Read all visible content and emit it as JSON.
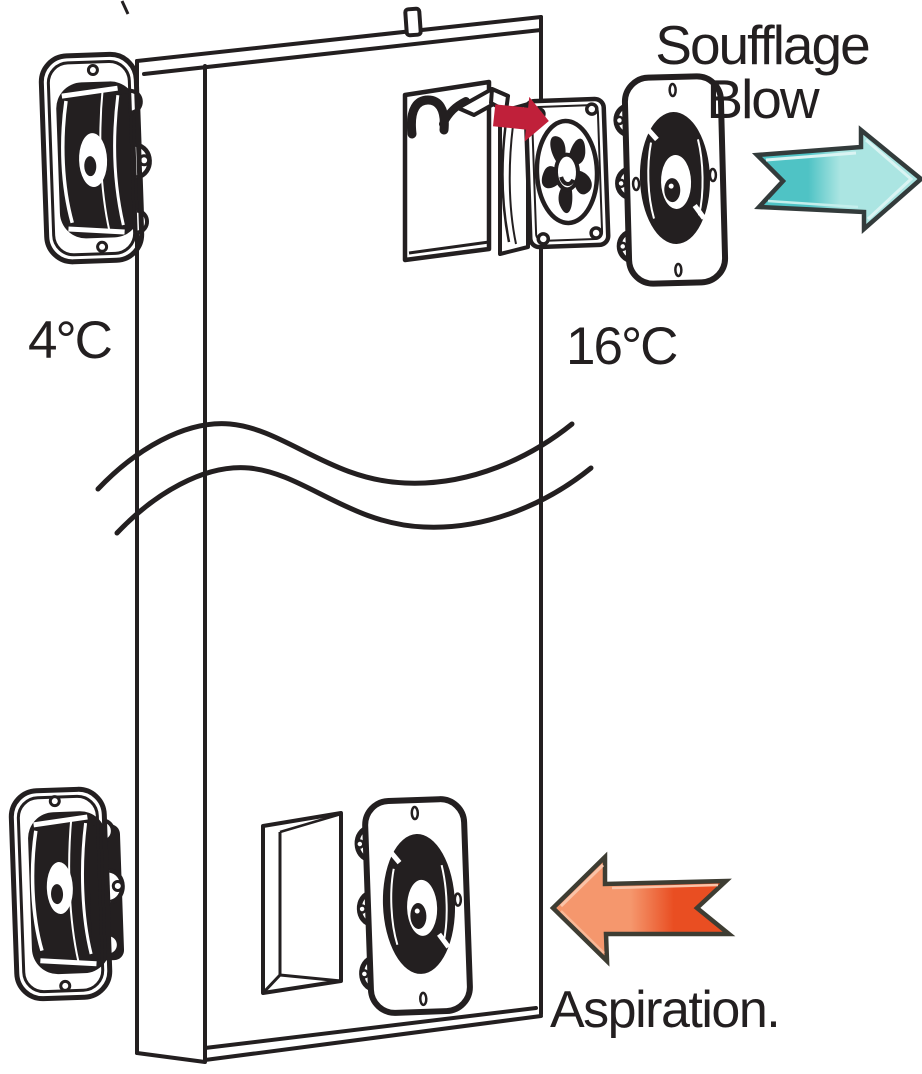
{
  "labels": {
    "blow_fr": "Soufflage",
    "blow_en": "Blow",
    "temp_intake": "4°C",
    "temp_exhaust": "16°C",
    "aspiration": "Aspiration."
  },
  "arrows": {
    "blow": {
      "direction": "right",
      "label_lines": [
        "Soufflage",
        "Blow"
      ]
    },
    "aspiration": {
      "direction": "left",
      "label": "Aspiration."
    },
    "internal_airflow": {
      "direction": "right"
    }
  },
  "colors": {
    "ink": "#231F20",
    "red_arrow": "#C0203A",
    "cyan_arrow_dark": "#4FC3C5",
    "cyan_arrow_light": "#ABE5E2",
    "cyan_arrow_outline": "#333B3B",
    "orange_arrow_light": "#F5976D",
    "orange_arrow_dark": "#E94E22",
    "orange_arrow_outline": "#3E3D33"
  }
}
